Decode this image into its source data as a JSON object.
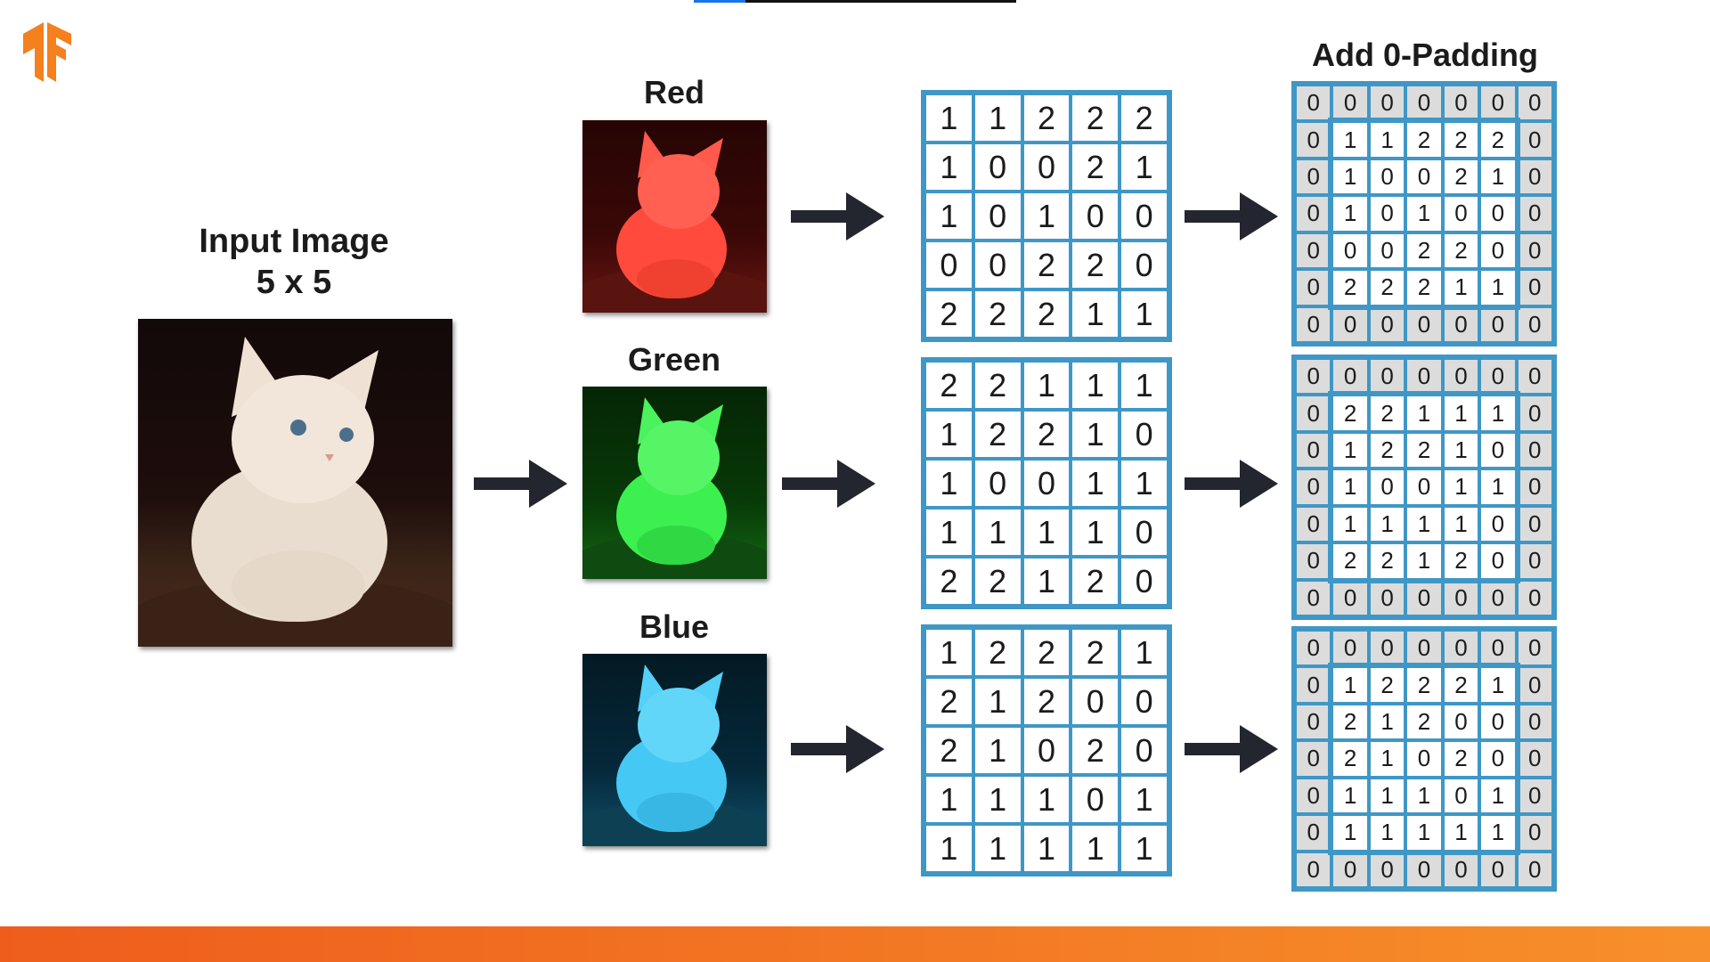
{
  "progress": {
    "fraction": 0.16
  },
  "logo": {
    "name": "tensorflow-logo",
    "color": "#f5801e"
  },
  "input": {
    "title_line1": "Input Image",
    "title_line2": "5 x 5"
  },
  "channels": [
    {
      "label": "Red",
      "color": "#ff4a3d"
    },
    {
      "label": "Green",
      "color": "#3cf050"
    },
    {
      "label": "Blue",
      "color": "#46c8f5"
    }
  ],
  "padding_title": "Add 0-Padding",
  "matrices": [
    [
      [
        "1",
        "1",
        "2",
        "2",
        "2"
      ],
      [
        "1",
        "0",
        "0",
        "2",
        "1"
      ],
      [
        "1",
        "0",
        "1",
        "0",
        "0"
      ],
      [
        "0",
        "0",
        "2",
        "2",
        "0"
      ],
      [
        "2",
        "2",
        "2",
        "1",
        "1"
      ]
    ],
    [
      [
        "2",
        "2",
        "1",
        "1",
        "1"
      ],
      [
        "1",
        "2",
        "2",
        "1",
        "0"
      ],
      [
        "1",
        "0",
        "0",
        "1",
        "1"
      ],
      [
        "1",
        "1",
        "1",
        "1",
        "0"
      ],
      [
        "2",
        "2",
        "1",
        "2",
        "0"
      ]
    ],
    [
      [
        "1",
        "2",
        "2",
        "2",
        "1"
      ],
      [
        "2",
        "1",
        "2",
        "0",
        "0"
      ],
      [
        "2",
        "1",
        "0",
        "2",
        "0"
      ],
      [
        "1",
        "1",
        "1",
        "0",
        "1"
      ],
      [
        "1",
        "1",
        "1",
        "1",
        "1"
      ]
    ]
  ],
  "padded": [
    [
      [
        "0",
        "0",
        "0",
        "0",
        "0",
        "0",
        "0"
      ],
      [
        "0",
        "1",
        "1",
        "2",
        "2",
        "2",
        "0"
      ],
      [
        "0",
        "1",
        "0",
        "0",
        "2",
        "1",
        "0"
      ],
      [
        "0",
        "1",
        "0",
        "1",
        "0",
        "0",
        "0"
      ],
      [
        "0",
        "0",
        "0",
        "2",
        "2",
        "0",
        "0"
      ],
      [
        "0",
        "2",
        "2",
        "2",
        "1",
        "1",
        "0"
      ],
      [
        "0",
        "0",
        "0",
        "0",
        "0",
        "0",
        "0"
      ]
    ],
    [
      [
        "0",
        "0",
        "0",
        "0",
        "0",
        "0",
        "0"
      ],
      [
        "0",
        "2",
        "2",
        "1",
        "1",
        "1",
        "0"
      ],
      [
        "0",
        "1",
        "2",
        "2",
        "1",
        "0",
        "0"
      ],
      [
        "0",
        "1",
        "0",
        "0",
        "1",
        "1",
        "0"
      ],
      [
        "0",
        "1",
        "1",
        "1",
        "1",
        "0",
        "0"
      ],
      [
        "0",
        "2",
        "2",
        "1",
        "2",
        "0",
        "0"
      ],
      [
        "0",
        "0",
        "0",
        "0",
        "0",
        "0",
        "0"
      ]
    ],
    [
      [
        "0",
        "0",
        "0",
        "0",
        "0",
        "0",
        "0"
      ],
      [
        "0",
        "1",
        "2",
        "2",
        "2",
        "1",
        "0"
      ],
      [
        "0",
        "2",
        "1",
        "2",
        "0",
        "0",
        "0"
      ],
      [
        "0",
        "2",
        "1",
        "0",
        "2",
        "0",
        "0"
      ],
      [
        "0",
        "1",
        "1",
        "1",
        "0",
        "1",
        "0"
      ],
      [
        "0",
        "1",
        "1",
        "1",
        "1",
        "1",
        "0"
      ],
      [
        "0",
        "0",
        "0",
        "0",
        "0",
        "0",
        "0"
      ]
    ]
  ],
  "colors": {
    "grid": "#3f97c6",
    "arrow": "#23262e",
    "pad_fill": "#dcdcdc",
    "bar_start": "#ee5d1c",
    "bar_end": "#f7902a"
  }
}
